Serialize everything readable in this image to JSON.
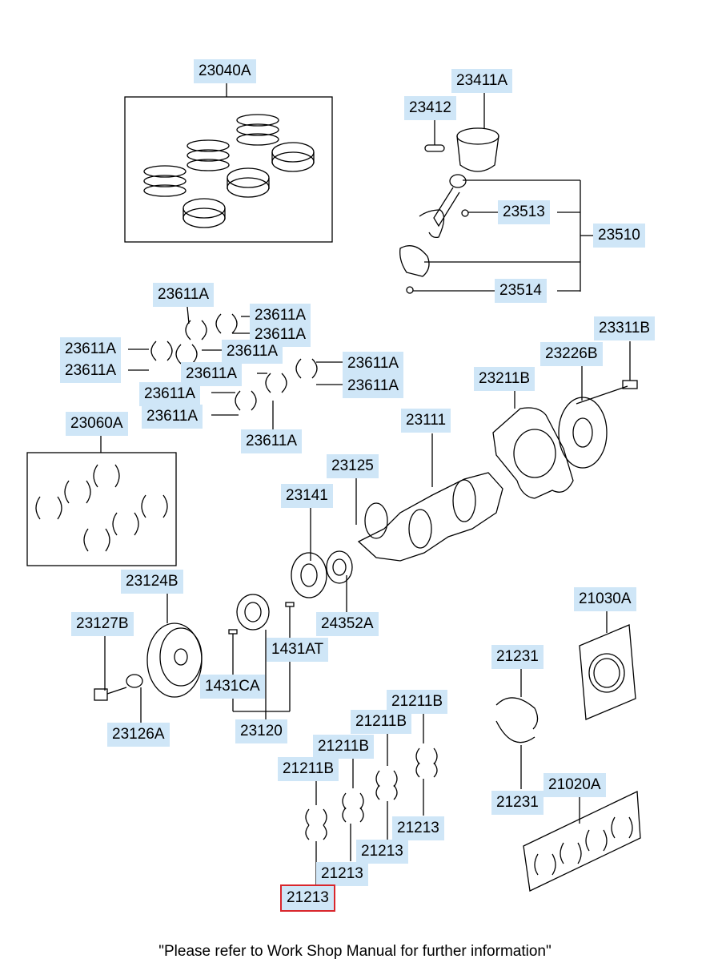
{
  "labels": {
    "l23040A": "23040A",
    "l23411A": "23411A",
    "l23412": "23412",
    "l23513": "23513",
    "l23510": "23510",
    "l23514": "23514",
    "l23611A_1": "23611A",
    "l23611A_2": "23611A",
    "l23611A_3": "23611A",
    "l23611A_4": "23611A",
    "l23611A_5": "23611A",
    "l23611A_6": "23611A",
    "l23611A_7": "23611A",
    "l23611A_8": "23611A",
    "l23611A_9": "23611A",
    "l23611A_10": "23611A",
    "l23611A_11": "23611A",
    "l23611A_12": "23611A",
    "l23311B": "23311B",
    "l23226B": "23226B",
    "l23211B": "23211B",
    "l23060A": "23060A",
    "l23111": "23111",
    "l23125": "23125",
    "l23141": "23141",
    "l23124B": "23124B",
    "l24352A": "24352A",
    "l23127B": "23127B",
    "l1431AT": "1431AT",
    "l1431CA": "1431CA",
    "l23126A": "23126A",
    "l23120": "23120",
    "l21030A": "21030A",
    "l21231_top": "21231",
    "l21231_bot": "21231",
    "l21211B_1": "21211B",
    "l21211B_2": "21211B",
    "l21211B_3": "21211B",
    "l21211B_4": "21211B",
    "l21213_1": "21213",
    "l21213_2": "21213",
    "l21213_3": "21213",
    "l21213_hl": "21213",
    "l21020A": "21020A"
  },
  "highlight_color": "#d9262c",
  "label_bg": "#cfe6f7",
  "footer": "\"Please refer to Work Shop Manual for further information\""
}
